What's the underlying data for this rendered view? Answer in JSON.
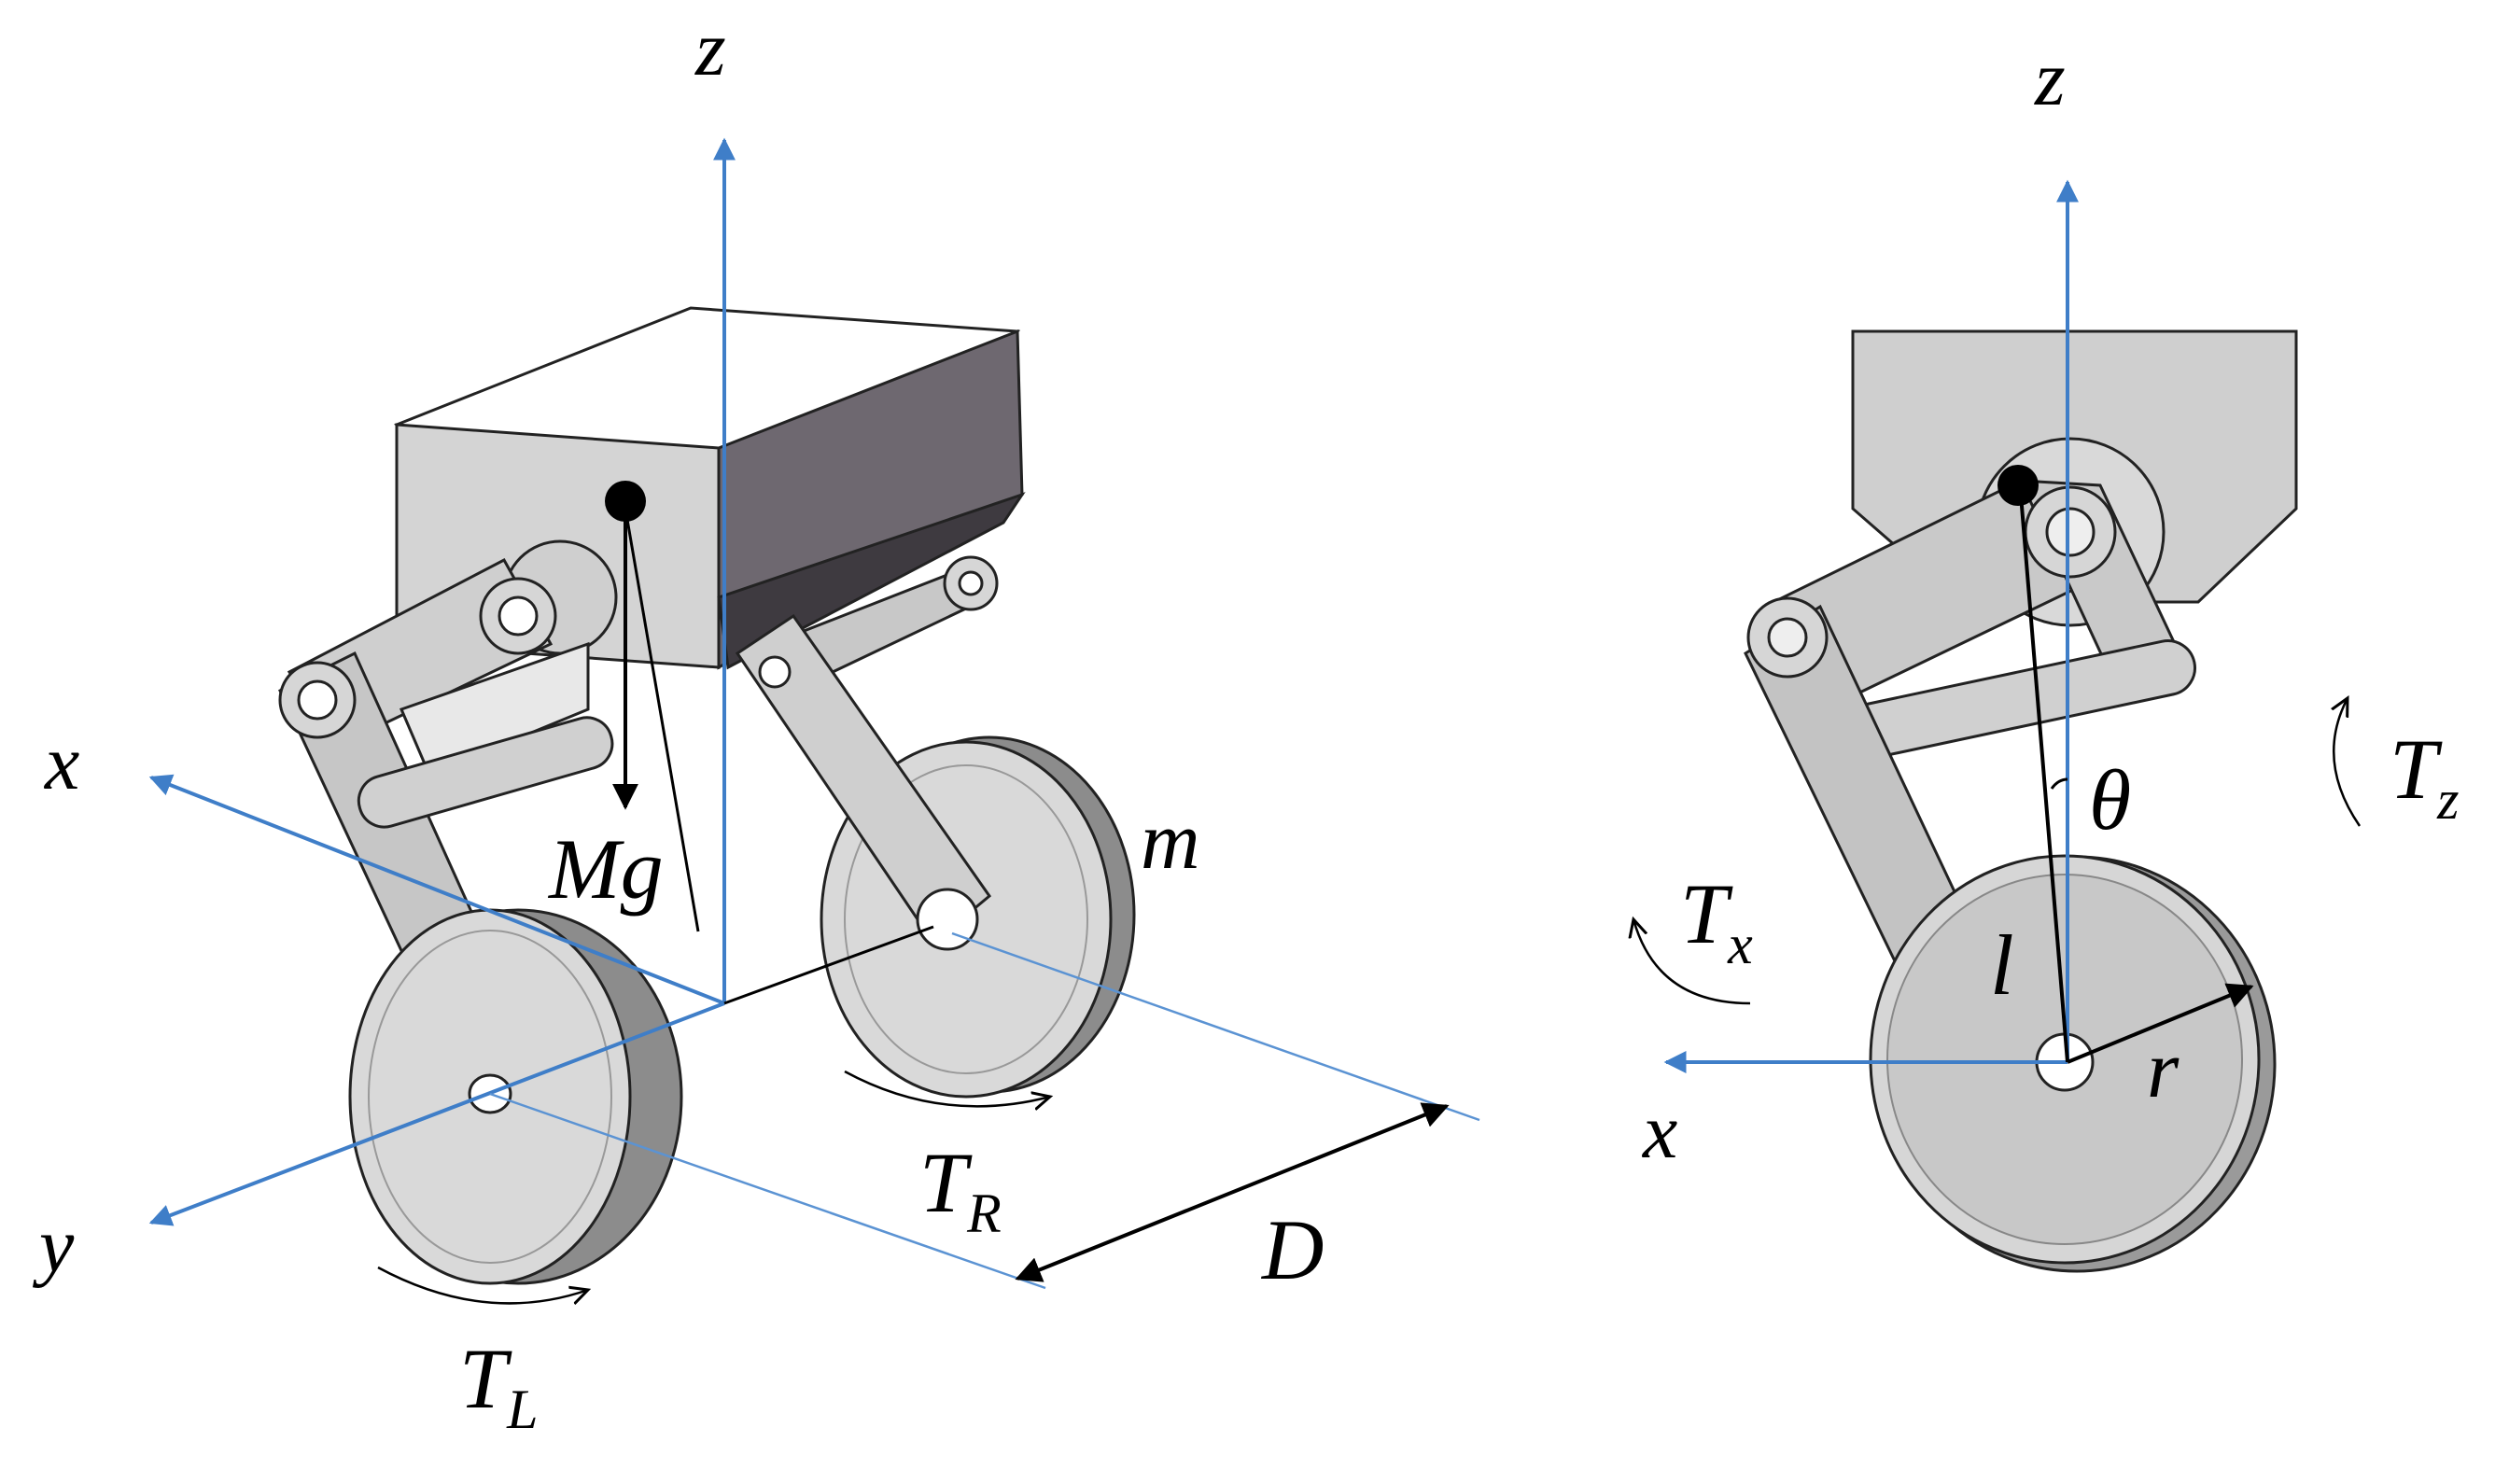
{
  "left_view": {
    "axes": {
      "z": "z",
      "x": "x",
      "y": "y"
    },
    "labels": {
      "weight": "Mg",
      "mass": "m",
      "torque_right": "T",
      "torque_right_sub": "R",
      "torque_left": "T",
      "torque_left_sub": "L",
      "distance": "D"
    }
  },
  "right_view": {
    "axes": {
      "z": "z",
      "x": "x"
    },
    "labels": {
      "angle": "θ",
      "torque_z": "T",
      "torque_z_sub": "z",
      "torque_x": "T",
      "torque_x_sub": "x",
      "length": "l",
      "radius": "r"
    }
  },
  "colors": {
    "axis": "#3f7ec8",
    "body_light": "#d6d6d6",
    "body_dark": "#6e6870",
    "part": "#cfcfcf"
  }
}
